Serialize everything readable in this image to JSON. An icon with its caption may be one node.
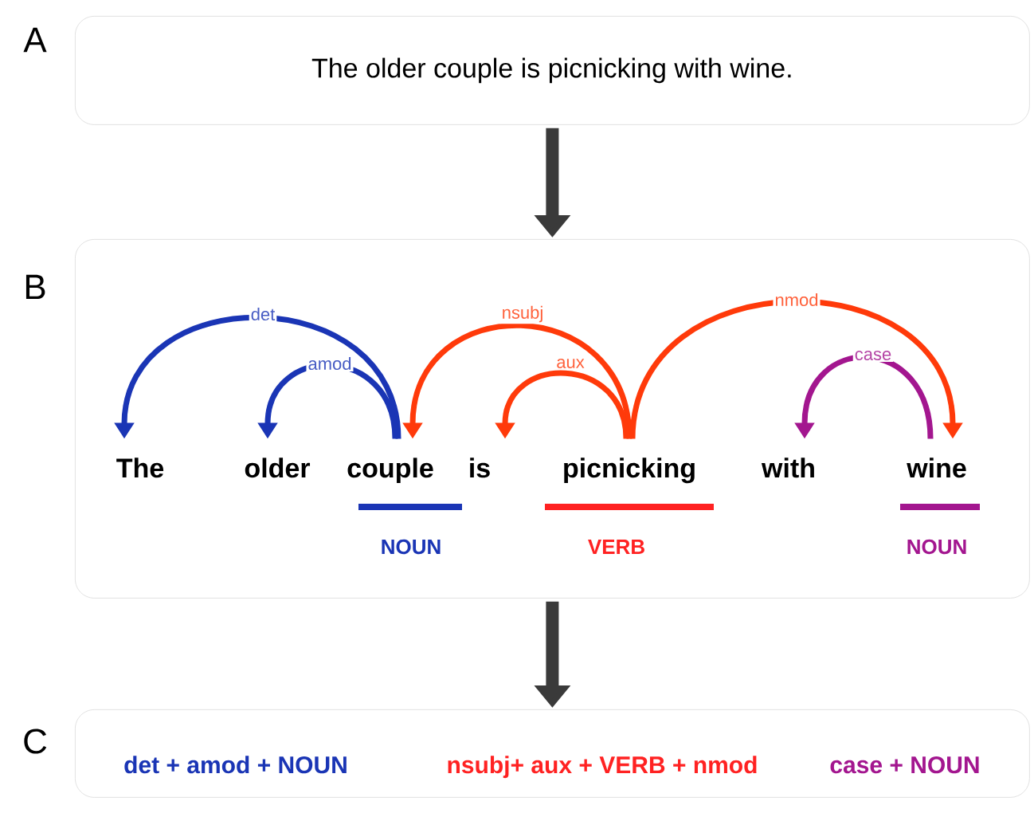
{
  "diagram": {
    "nodes": [
      {
        "text": [
          "The older couple is picnicking with wine."
        ],
        "beside": [
          "A"
        ]
      },
      {
        "text": [],
        "shape": "box",
        "beside": [
          "B"
        ]
      },
      {
        "text": [
          "The"
        ],
        "in": 1
      },
      {
        "text": [
          "older"
        ],
        "in": 1
      },
      {
        "text": [
          "couple"
        ],
        "in": 1
      },
      {
        "text": [
          "is"
        ],
        "in": 1
      },
      {
        "text": [
          "picnicking"
        ],
        "in": 1
      },
      {
        "text": [
          "with"
        ],
        "in": 1
      },
      {
        "text": [
          "wine"
        ],
        "in": 1
      },
      {
        "text": [
          "det + amod + NOUN",
          "nsubj+ aux + VERB + nmod",
          "case + NOUN"
        ],
        "beside": [
          "C"
        ]
      }
    ],
    "edges": [
      {
        "from": 0,
        "to": 1,
        "arrow": "to",
        "style": "thick",
        "color": "#3a3a3a"
      },
      {
        "from": 1,
        "to": 9,
        "arrow": "to",
        "style": "thick",
        "color": "#3a3a3a"
      },
      {
        "from": 4,
        "to": 2,
        "arrow": "to",
        "label": "det",
        "color": "#1a35b5"
      },
      {
        "from": 4,
        "to": 3,
        "arrow": "to",
        "label": "amod",
        "color": "#1a35b5"
      },
      {
        "from": 6,
        "to": 4,
        "arrow": "to",
        "label": "nsubj",
        "color": "#ff3a0a"
      },
      {
        "from": 6,
        "to": 5,
        "arrow": "to",
        "label": "aux",
        "color": "#ff3a0a"
      },
      {
        "from": 6,
        "to": 8,
        "arrow": "to",
        "label": "nmod",
        "color": "#ff3a0a"
      },
      {
        "from": 8,
        "to": 7,
        "arrow": "to",
        "label": "case",
        "color": "#a3168f"
      }
    ],
    "labels": [
      "NOUN",
      "VERB",
      "NOUN"
    ]
  }
}
